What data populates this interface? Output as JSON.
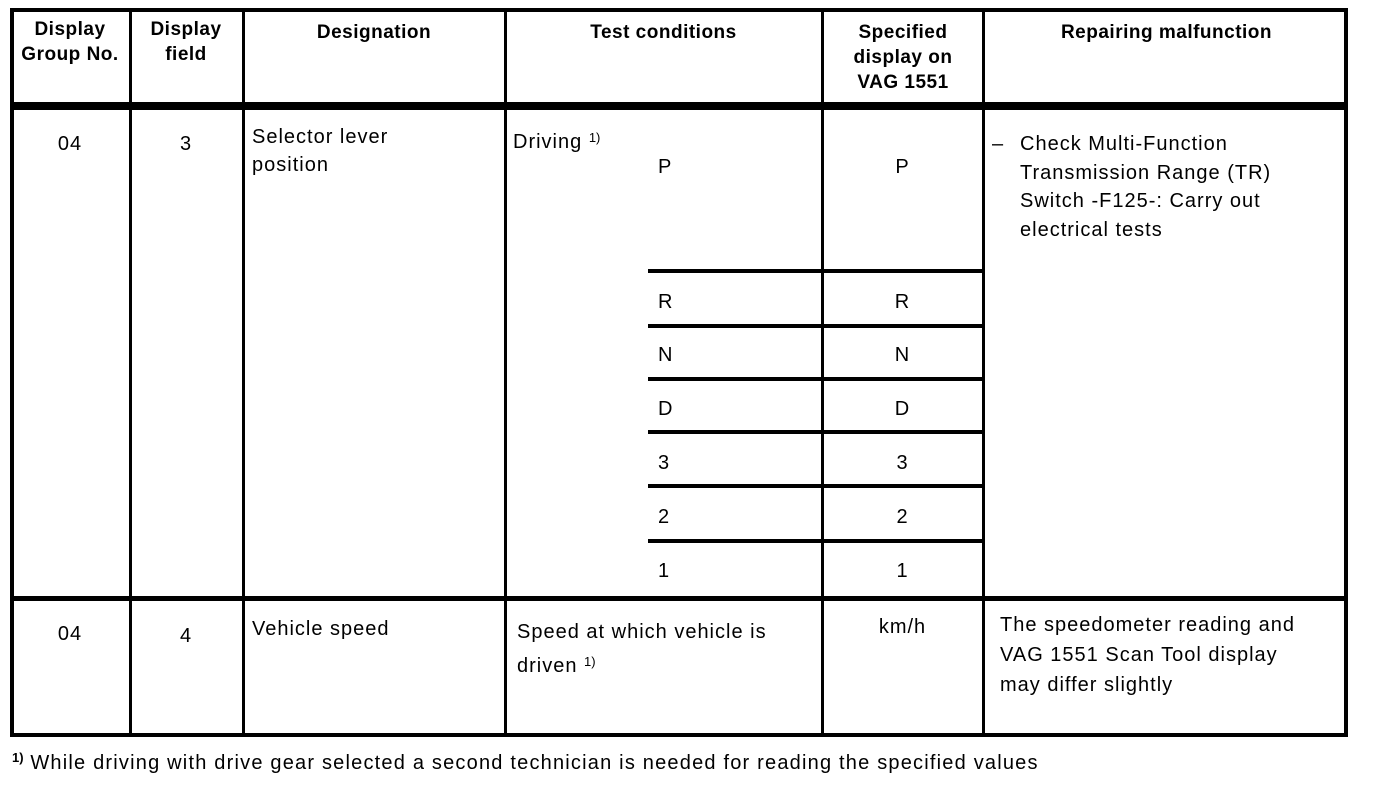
{
  "page": {
    "background_color": "#ffffff",
    "text_color": "#000000"
  },
  "table": {
    "headers": {
      "display_group_no": "Display Group No.",
      "display_field": "Display field",
      "designation": "Designation",
      "test_conditions": "Test conditions",
      "specified_display": "Specified display on VAG 1551",
      "repairing_malfunction": "Repairing malfunction"
    },
    "rows": [
      {
        "display_group_no": "04",
        "display_field": "3",
        "designation": "Selector lever position",
        "test_condition": "Driving",
        "footnote_ref": "1)",
        "gear_positions": [
          "P",
          "R",
          "N",
          "D",
          "3",
          "2",
          "1"
        ],
        "specified_values": [
          "P",
          "R",
          "N",
          "D",
          "3",
          "2",
          "1"
        ],
        "repair_bullet": "–",
        "repair": "Check Multi-Function Transmission Range (TR) Switch -F125-:  Carry out electrical tests"
      },
      {
        "display_group_no": "04",
        "display_field": "4",
        "designation": "Vehicle speed",
        "test_condition": "Speed at which vehicle is driven",
        "footnote_ref": "1)",
        "specified_value": "km/h",
        "repair": "The speedometer reading and VAG 1551 Scan Tool display may differ slightly"
      }
    ]
  },
  "footnote": {
    "ref": "1)",
    "text": "While driving with drive gear selected a second technician is needed for reading the specified values"
  }
}
